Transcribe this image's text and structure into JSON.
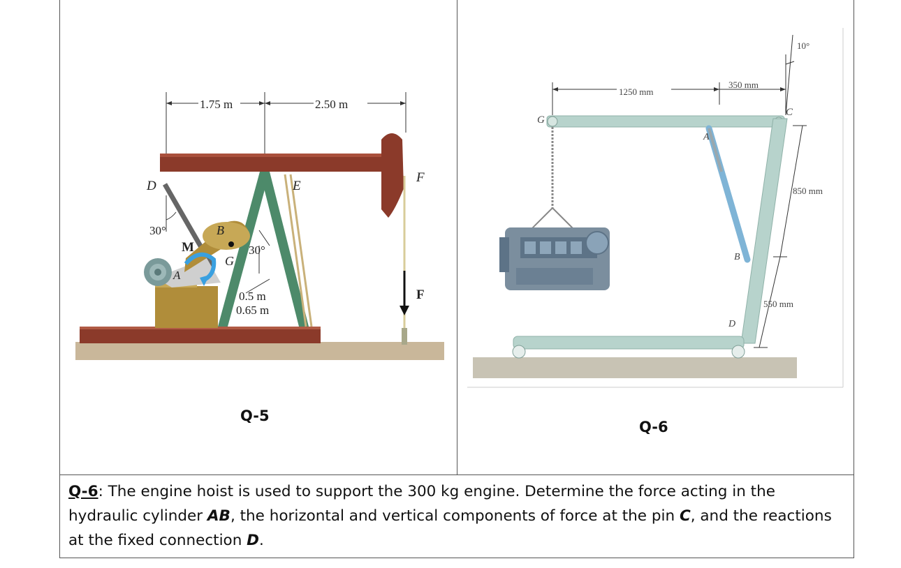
{
  "q5": {
    "caption": "Q-5",
    "labels": {
      "D": "D",
      "E": "E",
      "F_top": "F",
      "F_arrow": "F",
      "B": "B",
      "G": "G",
      "M": "M",
      "A": "A",
      "angle_left": "30°",
      "angle_right": "30°",
      "dim_left": "1.75 m",
      "dim_right": "2.50 m",
      "len_a": "0.5 m",
      "len_b": "0.65 m"
    }
  },
  "q6": {
    "caption": "Q-6",
    "labels": {
      "G": "G",
      "A": "A",
      "C": "C",
      "B": "B",
      "D": "D",
      "dim_1250": "1250 mm",
      "dim_350": "350 mm",
      "dim_850": "850 mm",
      "dim_550": "550 mm",
      "angle": "10°"
    }
  },
  "question": {
    "id": "Q-6",
    "colon": ":",
    "t1": " The engine hoist is used to support the 300 kg engine. Determine the force acting in the hydraulic cylinder ",
    "ab": "AB",
    "t2": ", the horizontal and vertical components of force at the pin ",
    "c": "C",
    "t3": ", and the reactions at the fixed connection ",
    "d": "D",
    "t4": "."
  },
  "colors": {
    "beam": "#8b3a2a",
    "frame": "#4d8a6a",
    "base": "#b08d3a",
    "hoist": "#b7d3cc",
    "cylinder": "#7fb4d6",
    "moment_arrow": "#3aa0e0"
  }
}
